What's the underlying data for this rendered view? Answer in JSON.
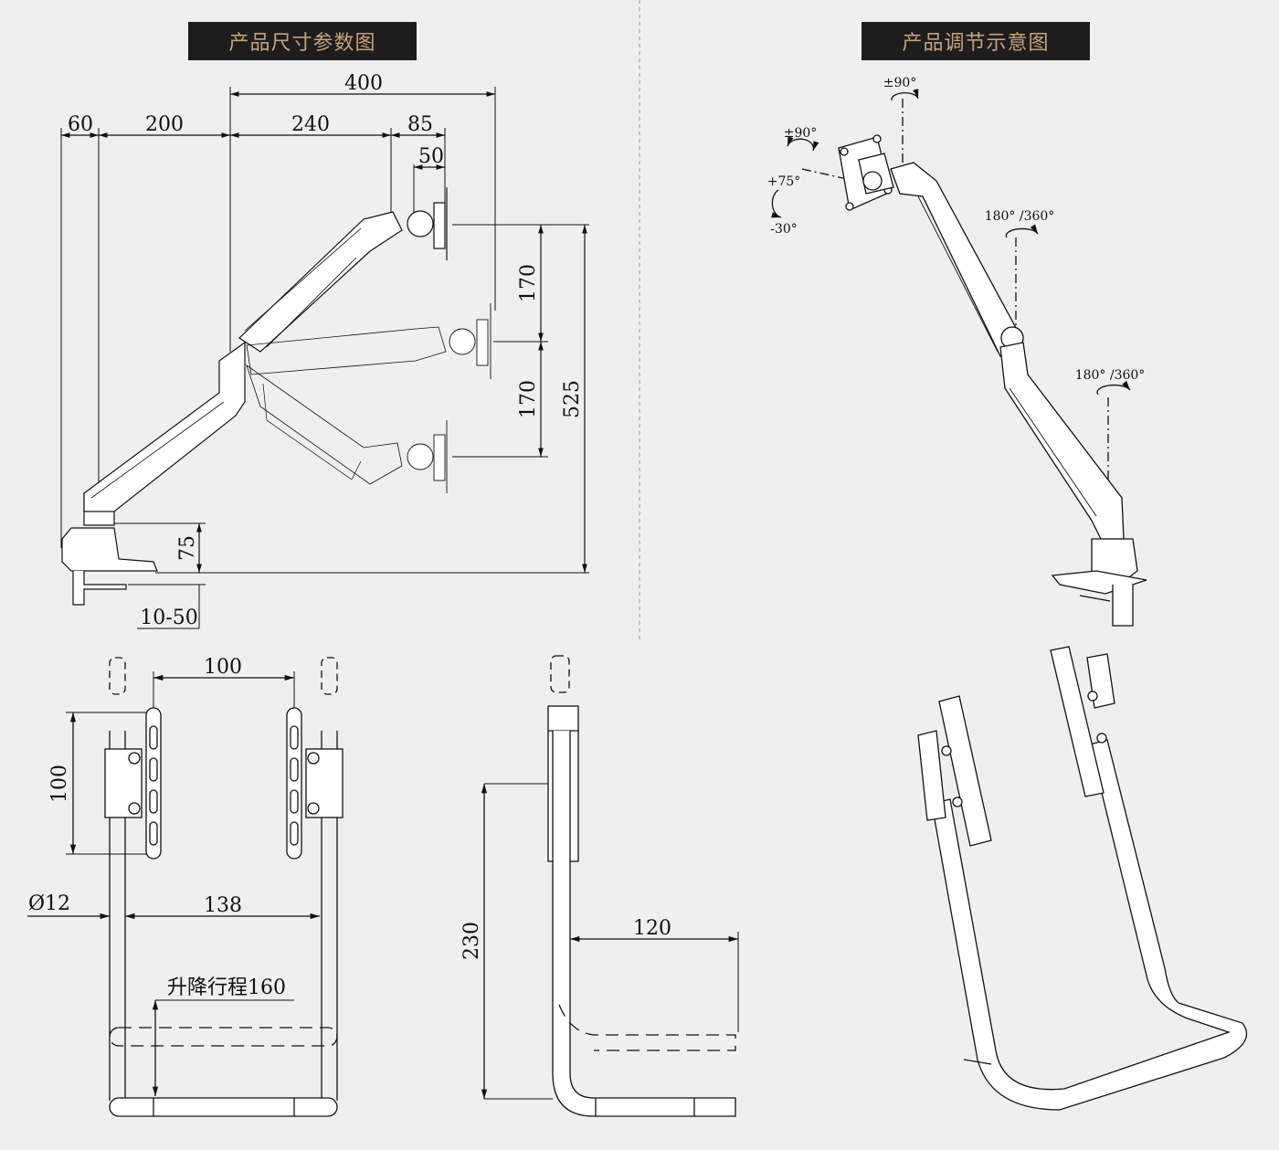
{
  "titles": {
    "left": "产品尺寸参数图",
    "right": "产品调节示意图"
  },
  "side_view": {
    "dims": [
      "60",
      "200",
      "240",
      "85",
      "400",
      "50",
      "170",
      "170",
      "525",
      "75",
      "10-50"
    ]
  },
  "rotation_labels": {
    "tilt_top": "±90°",
    "swivel_side": "±90°",
    "tilt_up": "+75°",
    "tilt_down": "-30°",
    "joint_upper": "180° /360°",
    "joint_lower": "180° /360°"
  },
  "front_view": {
    "vesa_w": "100",
    "vesa_h": "100",
    "tube_dia": "Ø12",
    "tube_span": "138",
    "stroke": "升降行程160"
  },
  "profile_view": {
    "height": "230",
    "depth": "120"
  },
  "colors": {
    "background": "#efefef",
    "banner_bg": "#1d1d1d",
    "banner_text": "#c7a27a",
    "line": "#111111"
  }
}
